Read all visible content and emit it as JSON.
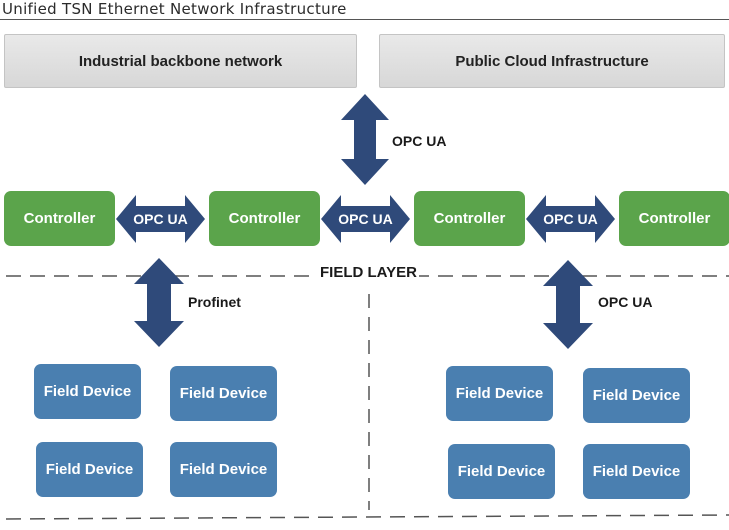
{
  "title": "Unified TSN Ethernet Network Infrastructure",
  "networks": {
    "industrial": "Industrial backbone network",
    "cloud": "Public Cloud Infrastructure"
  },
  "arrows": {
    "cloud_link": "OPC UA",
    "link1": "OPC UA",
    "link2": "OPC UA",
    "link3": "OPC UA",
    "left_down": "Profinet",
    "right_down": "OPC UA"
  },
  "field_layer": "FIELD LAYER",
  "controllers": [
    "Controller",
    "Controller",
    "Controller",
    "Controller"
  ],
  "field_devices_left": [
    "Field Device",
    "Field Device",
    "Field Device",
    "Field Device"
  ],
  "field_devices_right": [
    "Field Device",
    "Field Device",
    "Field Device",
    "Field Device"
  ],
  "colors": {
    "controller": "#5ba44b",
    "field_device": "#4a7fb0",
    "arrow": "#2f4a7a",
    "network_box": "#dcdcdc"
  }
}
